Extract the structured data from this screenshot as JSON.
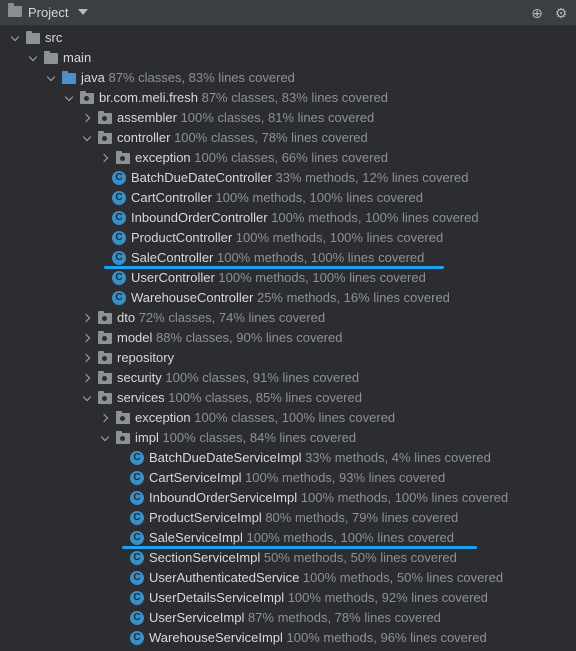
{
  "toolbar": {
    "title": "Project",
    "icons": [
      "target-icon",
      "gear-icon"
    ]
  },
  "colors": {
    "background": "#2b2d30",
    "toolbar": "#3c3f41",
    "class_icon": "#3b8fc7",
    "source_folder": "#4c90c8",
    "underline": "#1da1f2"
  },
  "tree": [
    {
      "name": "src",
      "coverage": "",
      "icon": "folder",
      "arrow": "down"
    },
    {
      "name": "main",
      "coverage": "",
      "icon": "folder",
      "arrow": "down"
    },
    {
      "name": "java",
      "coverage": "87% classes, 83% lines covered",
      "icon": "source-folder",
      "arrow": "down"
    },
    {
      "name": "br.com.meli.fresh",
      "coverage": "87% classes, 83% lines covered",
      "icon": "package",
      "arrow": "down"
    },
    {
      "name": "assembler",
      "coverage": "100% classes, 81% lines covered",
      "icon": "package",
      "arrow": "right"
    },
    {
      "name": "controller",
      "coverage": "100% classes, 78% lines covered",
      "icon": "package",
      "arrow": "down"
    },
    {
      "name": "exception",
      "coverage": "100% classes, 66% lines covered",
      "icon": "package",
      "arrow": "right"
    },
    {
      "name": "BatchDueDateController",
      "coverage": "33% methods, 12% lines covered",
      "icon": "class"
    },
    {
      "name": "CartController",
      "coverage": "100% methods, 100% lines covered",
      "icon": "class"
    },
    {
      "name": "InboundOrderController",
      "coverage": "100% methods, 100% lines covered",
      "icon": "class"
    },
    {
      "name": "ProductController",
      "coverage": "100% methods, 100% lines covered",
      "icon": "class"
    },
    {
      "name": "SaleController",
      "coverage": "100% methods, 100% lines covered",
      "icon": "class",
      "highlighted": true
    },
    {
      "name": "UserController",
      "coverage": "100% methods, 100% lines covered",
      "icon": "class"
    },
    {
      "name": "WarehouseController",
      "coverage": "25% methods, 16% lines covered",
      "icon": "class"
    },
    {
      "name": "dto",
      "coverage": "72% classes, 74% lines covered",
      "icon": "package",
      "arrow": "right"
    },
    {
      "name": "model",
      "coverage": "88% classes, 90% lines covered",
      "icon": "package",
      "arrow": "right"
    },
    {
      "name": "repository",
      "coverage": "",
      "icon": "package",
      "arrow": "right"
    },
    {
      "name": "security",
      "coverage": "100% classes, 91% lines covered",
      "icon": "package",
      "arrow": "right"
    },
    {
      "name": "services",
      "coverage": "100% classes, 85% lines covered",
      "icon": "package",
      "arrow": "down"
    },
    {
      "name": "exception",
      "coverage": "100% classes, 100% lines covered",
      "icon": "package",
      "arrow": "right"
    },
    {
      "name": "impl",
      "coverage": "100% classes, 84% lines covered",
      "icon": "package",
      "arrow": "down"
    },
    {
      "name": "BatchDueDateServiceImpl",
      "coverage": "33% methods, 4% lines covered",
      "icon": "class"
    },
    {
      "name": "CartServiceImpl",
      "coverage": "100% methods, 93% lines covered",
      "icon": "class"
    },
    {
      "name": "InboundOrderServiceImpl",
      "coverage": "100% methods, 100% lines covered",
      "icon": "class"
    },
    {
      "name": "ProductServiceImpl",
      "coverage": "80% methods, 79% lines covered",
      "icon": "class"
    },
    {
      "name": "SaleServiceImpl",
      "coverage": "100% methods, 100% lines covered",
      "icon": "class",
      "highlighted": true
    },
    {
      "name": "SectionServiceImpl",
      "coverage": "50% methods, 50% lines covered",
      "icon": "class"
    },
    {
      "name": "UserAuthenticatedService",
      "coverage": "100% methods, 50% lines covered",
      "icon": "class"
    },
    {
      "name": "UserDetailsServiceImpl",
      "coverage": "100% methods, 92% lines covered",
      "icon": "class"
    },
    {
      "name": "UserServiceImpl",
      "coverage": "87% methods, 78% lines covered",
      "icon": "class"
    },
    {
      "name": "WarehouseServiceImpl",
      "coverage": "100% methods, 96% lines covered",
      "icon": "class"
    }
  ]
}
